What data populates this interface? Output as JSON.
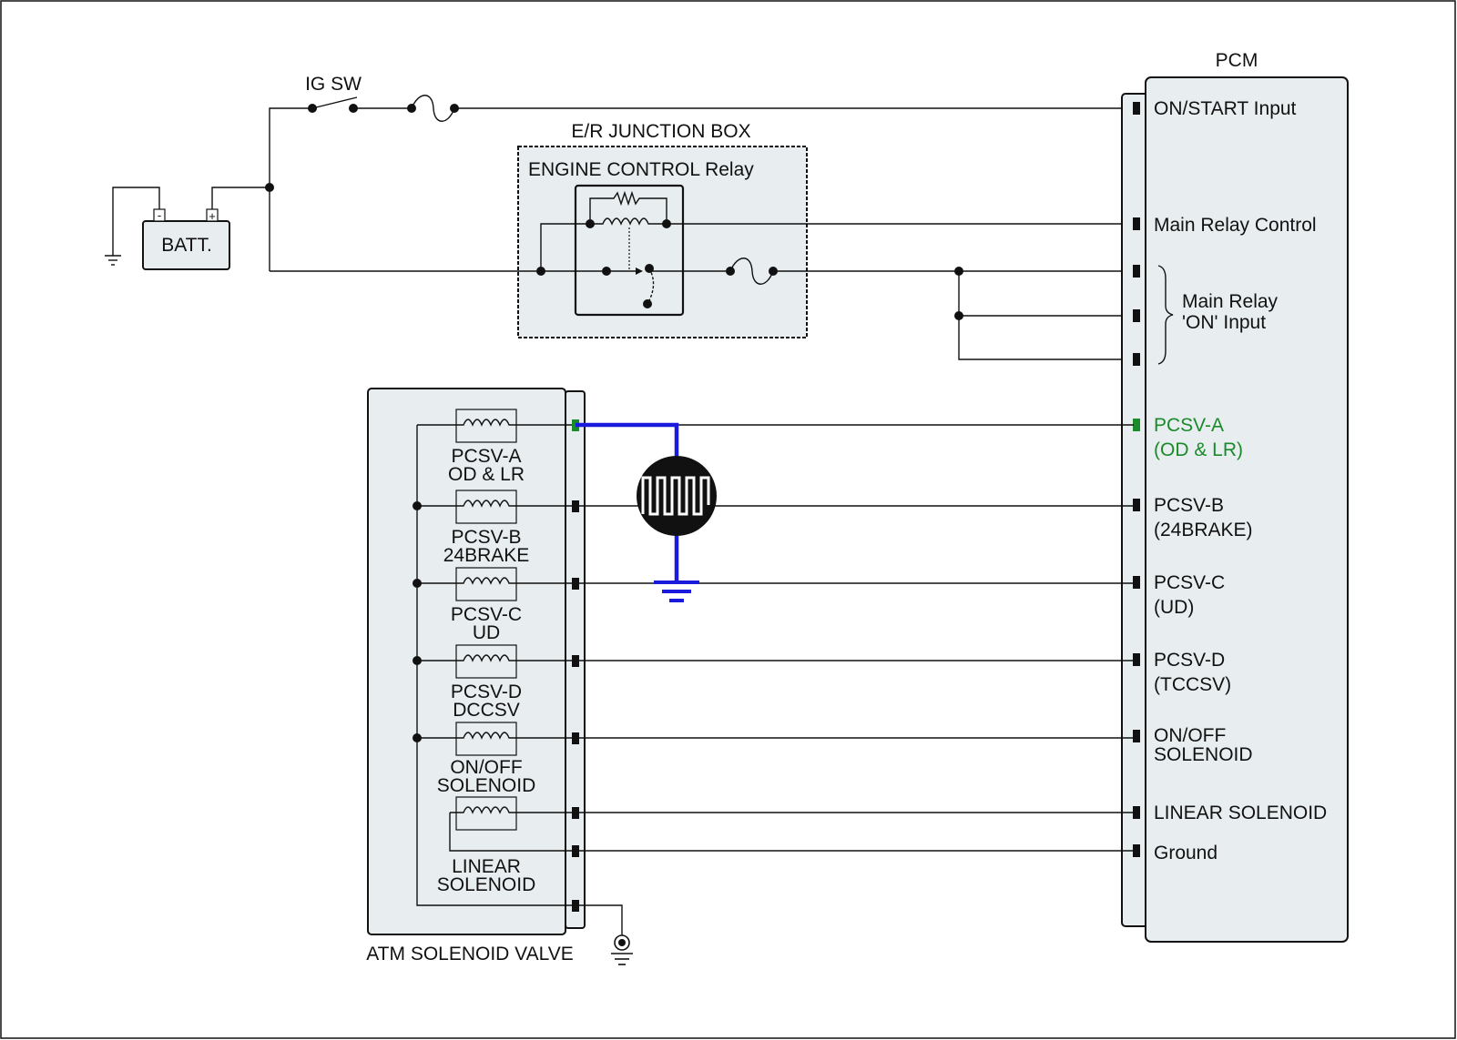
{
  "battery": {
    "label": "BATT.",
    "minus": "-",
    "plus": "+"
  },
  "ignition_switch": {
    "label": "IG SW"
  },
  "junction_box": {
    "title": "E/R JUNCTION BOX",
    "relay_label": "ENGINE CONTROL Relay"
  },
  "pcm": {
    "title": "PCM",
    "pins": {
      "on_start": "ON/START Input",
      "main_relay_control": "Main Relay Control",
      "main_relay_on_1": "Main Relay",
      "main_relay_on_2": "'ON' Input",
      "pcsv_a_1": "PCSV-A",
      "pcsv_a_2": "(OD & LR)",
      "pcsv_b_1": "PCSV-B",
      "pcsv_b_2": "(24BRAKE)",
      "pcsv_c_1": "PCSV-C",
      "pcsv_c_2": "(UD)",
      "pcsv_d_1": "PCSV-D",
      "pcsv_d_2": "(TCCSV)",
      "onoff_1": "ON/OFF",
      "onoff_2": "SOLENOID",
      "linear": "LINEAR SOLENOID",
      "ground": "Ground"
    }
  },
  "solenoid_valve": {
    "title": "ATM SOLENOID VALVE",
    "solenoids": [
      {
        "line1": "PCSV-A",
        "line2": "OD & LR"
      },
      {
        "line1": "PCSV-B",
        "line2": "24BRAKE"
      },
      {
        "line1": "PCSV-C",
        "line2": "UD"
      },
      {
        "line1": "PCSV-D",
        "line2": "DCCSV"
      },
      {
        "line1": "ON/OFF",
        "line2": "SOLENOID"
      },
      {
        "line1": "LINEAR",
        "line2": "SOLENOID"
      }
    ]
  },
  "colors": {
    "highlight_green": "#1a8a2a",
    "probe_blue": "#1a1adc",
    "box_fill": "#e8eef0"
  },
  "icons": [
    "battery-icon",
    "ground-icon",
    "fuse-icon",
    "switch-icon",
    "coil-icon",
    "scope-waveform-icon",
    "chassis-ground-icon"
  ]
}
